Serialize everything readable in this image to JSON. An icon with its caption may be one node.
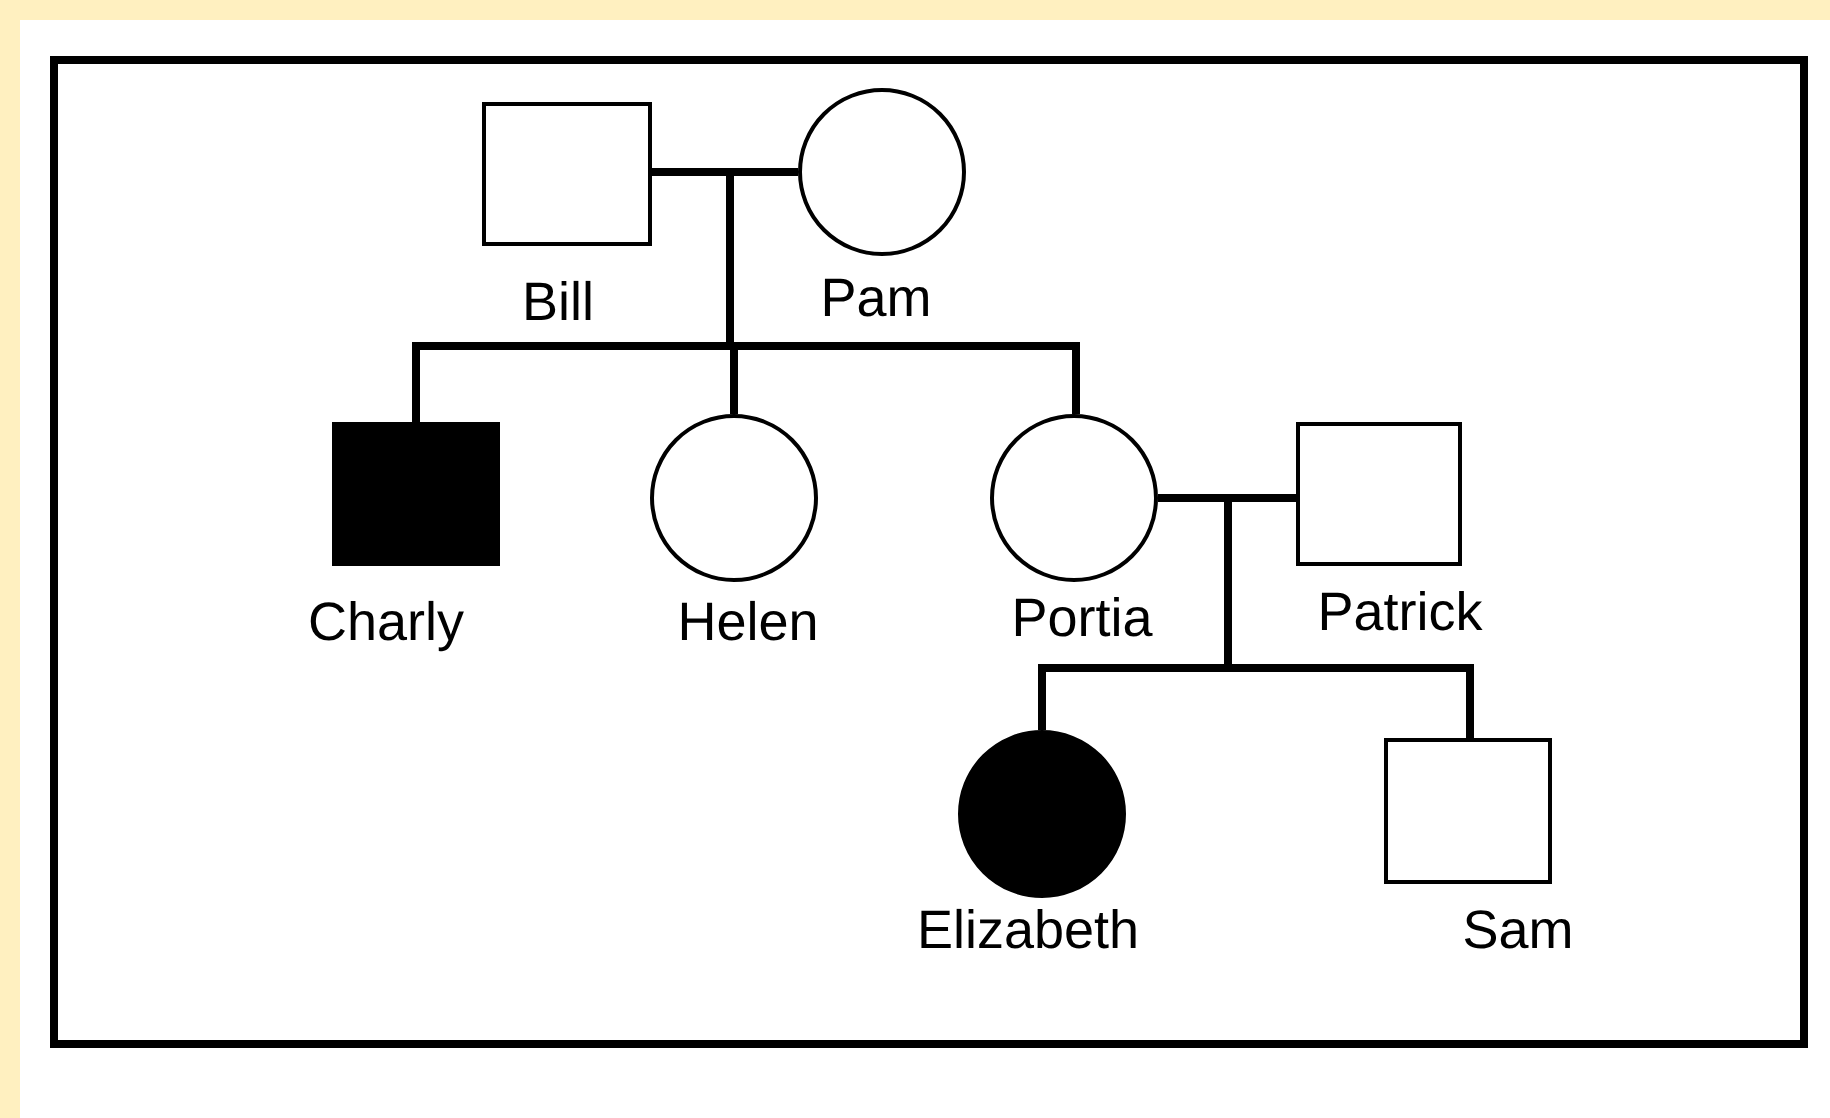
{
  "diagram": {
    "nodes": [
      {
        "text": [],
        "shape": "box",
        "beside": [
          "Bill"
        ]
      },
      {
        "text": [],
        "shape": "circle",
        "beside": [
          "Pam"
        ]
      },
      {
        "text": [],
        "shape": "box",
        "beside": [
          "Charly"
        ]
      },
      {
        "text": [],
        "shape": "circle",
        "beside": [
          "Helen"
        ]
      },
      {
        "text": [],
        "shape": "circle",
        "beside": [
          "Portia"
        ]
      },
      {
        "text": [],
        "shape": "box",
        "beside": [
          "Patrick"
        ]
      },
      {
        "text": [],
        "shape": "circle",
        "beside": [
          "Elizabeth"
        ]
      },
      {
        "text": [],
        "shape": "box",
        "beside": [
          "Sam"
        ]
      }
    ],
    "edges": [
      {
        "from": 0,
        "to": 1,
        "arrow": "none"
      },
      {
        "from": 0,
        "to": 2,
        "arrow": "none"
      },
      {
        "from": 0,
        "to": 3,
        "arrow": "none"
      },
      {
        "from": 0,
        "to": 4,
        "arrow": "none"
      },
      {
        "from": 4,
        "to": 5,
        "arrow": "none"
      },
      {
        "from": 4,
        "to": 6,
        "arrow": "none"
      },
      {
        "from": 4,
        "to": 7,
        "arrow": "none"
      }
    ]
  }
}
